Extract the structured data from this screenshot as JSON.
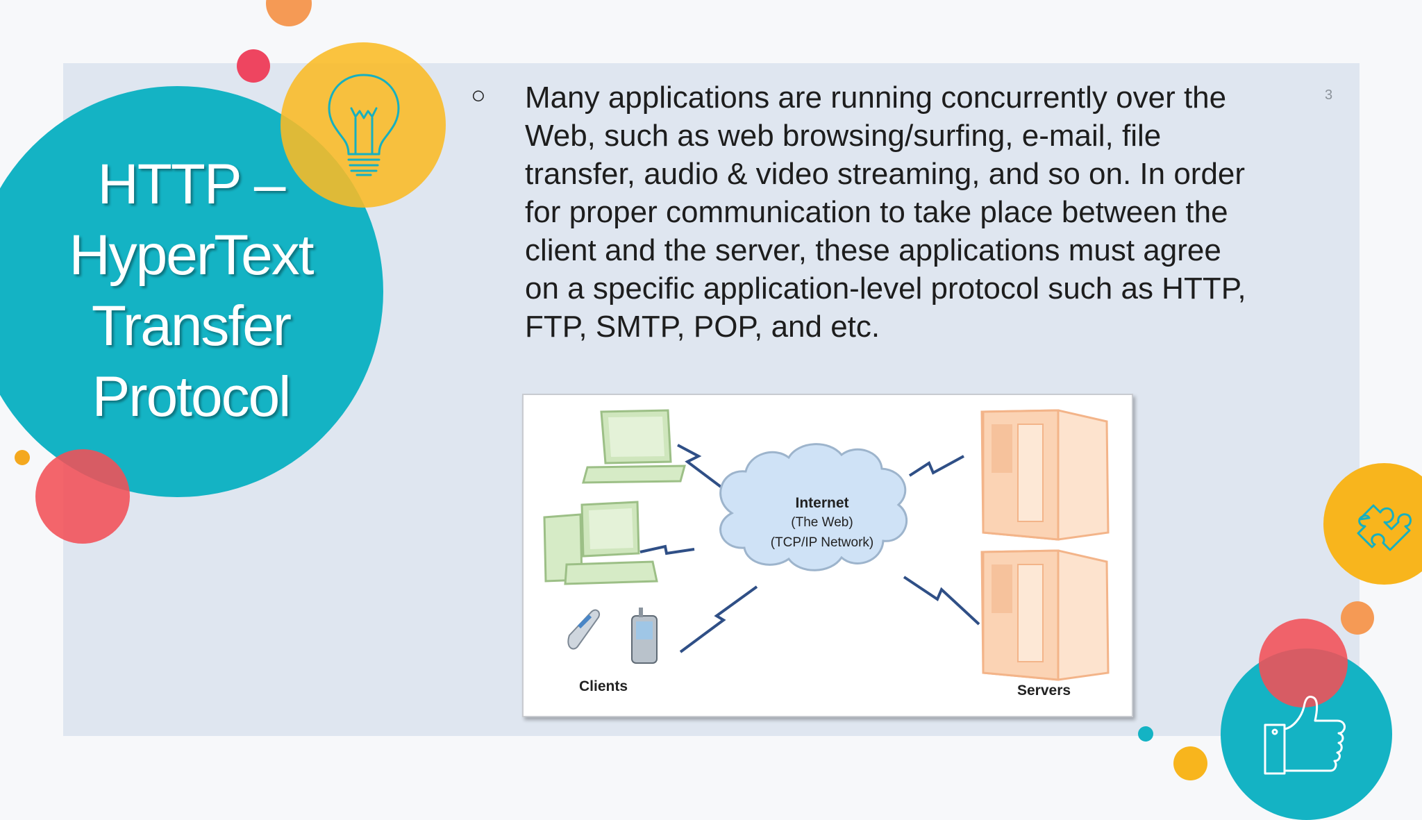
{
  "slide": {
    "title": "HTTP – HyperText Transfer Protocol",
    "page_number": "3",
    "bullet_symbol": "○",
    "body_text": "Many applications are running concurrently over the Web, such as web browsing/surfing, e-mail, file transfer, audio & video streaming, and so on.  In order for proper communication to take place between the client and the server, these applications must agree on a specific application-level protocol such as HTTP, FTP, SMTP, POP, and etc."
  },
  "diagram": {
    "internet_label": "Internet",
    "web_label": "(The Web)",
    "network_label": "(TCP/IP Network)",
    "clients_label": "Clients",
    "servers_label": "Servers"
  },
  "colors": {
    "teal": "#14b3c4",
    "yellow": "#f8b51d",
    "coral": "#f25056",
    "orange": "#f59a55",
    "panel": "#dfe6f0"
  },
  "icons": [
    "lightbulb-icon",
    "puzzle-icon",
    "thumbs-up-icon",
    "laptop-icon",
    "desktop-icon",
    "phone-icon",
    "server-icon",
    "cloud-icon"
  ]
}
